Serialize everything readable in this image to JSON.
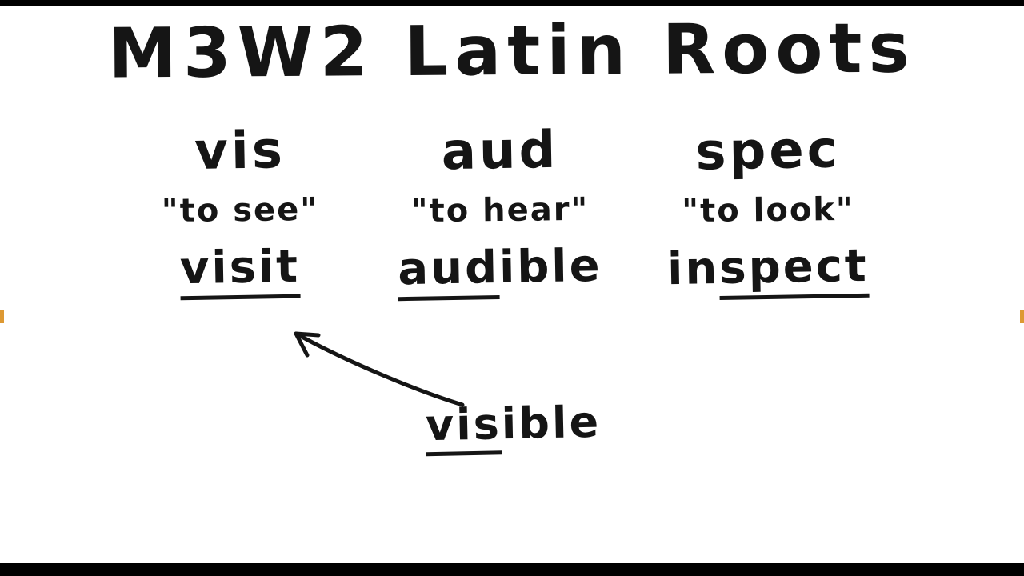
{
  "page": {
    "title": "M3W2 Latin Roots"
  },
  "columns": [
    {
      "root": "vis",
      "meaning": "\"to see\"",
      "example_pre": "",
      "example_underline": "visit",
      "example_post": ""
    },
    {
      "root": "aud",
      "meaning": "\"to hear\"",
      "example_pre": "",
      "example_underline": "aud",
      "example_post": "ible"
    },
    {
      "root": "spec",
      "meaning": "\"to look\"",
      "example_pre": "in",
      "example_underline": "spect",
      "example_post": ""
    }
  ],
  "extra": {
    "word_pre": "",
    "word_underline": "vis",
    "word_post": "ible"
  },
  "colors": {
    "ink": "#151515",
    "accent": "#dd9933",
    "background": "#ffffff"
  }
}
